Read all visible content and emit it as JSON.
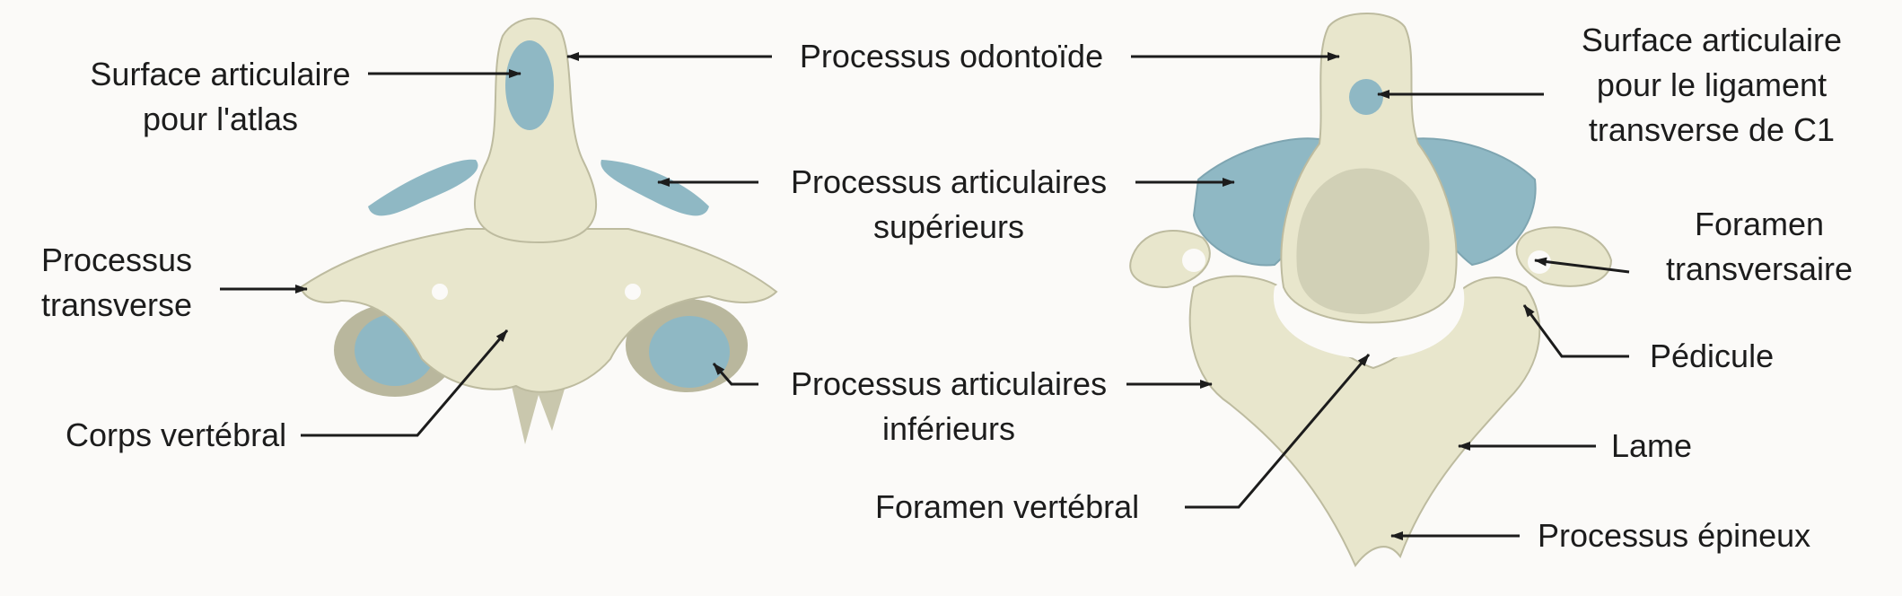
{
  "colors": {
    "bone": "#e8e6cc",
    "bone_shadow": "#b9b79d",
    "cartilage": "#8fb8c4",
    "background": "#fbfaf8",
    "text": "#1c1c1c"
  },
  "labels": {
    "surface_atlas": [
      "Surface articulaire",
      "pour l'atlas"
    ],
    "processus_odontoide": "Processus odontoïde",
    "surface_ligament": [
      "Surface articulaire",
      "pour le ligament",
      "transverse de C1"
    ],
    "proc_art_sup": [
      "Processus articulaires",
      "supérieurs"
    ],
    "proc_transverse": [
      "Processus",
      "transverse"
    ],
    "foramen_transversaire": [
      "Foramen",
      "transversaire"
    ],
    "pedicule": "Pédicule",
    "proc_art_inf": [
      "Processus articulaires",
      "inférieurs"
    ],
    "corps_vertebral": "Corps vertébral",
    "lame": "Lame",
    "foramen_vertebral": "Foramen vertébral",
    "processus_epineux": "Processus épineux"
  }
}
